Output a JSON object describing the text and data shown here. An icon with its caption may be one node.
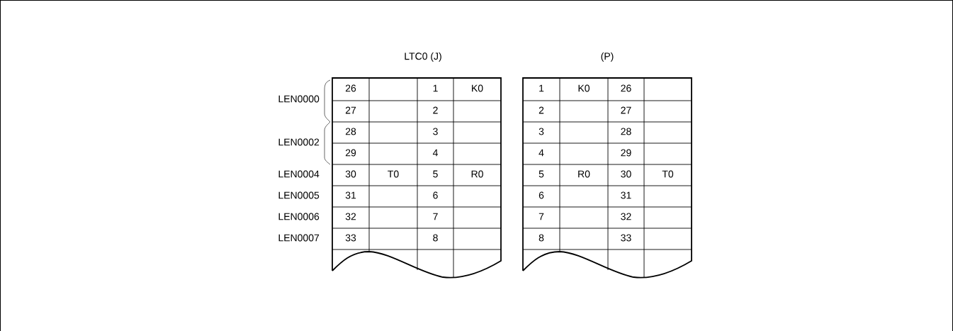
{
  "diagram": {
    "labels": [
      "LTC0 (J)",
      "(P)",
      "LEN0000",
      "LEN0002",
      "LEN0004",
      "LEN0005",
      "LEN0006",
      "LEN0007",
      "26",
      "1",
      "K0",
      "27",
      "2",
      "28",
      "3",
      "29",
      "4",
      "30",
      "T0",
      "5",
      "R0",
      "31",
      "6",
      "32",
      "7",
      "33",
      "8",
      "1",
      "K0",
      "26",
      "2",
      "27",
      "3",
      "28",
      "4",
      "29",
      "5",
      "R0",
      "30",
      "T0",
      "6",
      "31",
      "7",
      "32",
      "8",
      "33"
    ]
  }
}
